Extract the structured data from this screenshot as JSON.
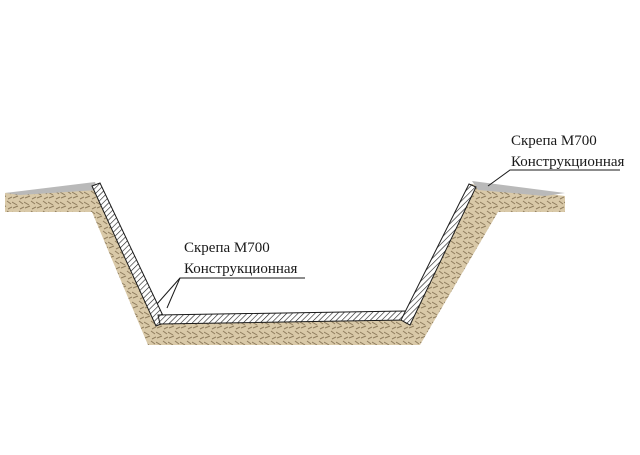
{
  "labels": {
    "left_line1": "Скрепа М700",
    "left_line2": "Конструкционная",
    "right_line1": "Скрепа М700",
    "right_line2": "Конструкционная"
  },
  "colors": {
    "soil": "#c8b592",
    "soil_pattern": "#8f7d5e",
    "slope_shadow": "#b9b9b9",
    "lining_stroke": "#1a1a1a",
    "lining_fill": "#ffffff",
    "leader": "#1a1a1a"
  },
  "icons": {
    "soil": "soil-hatch",
    "lining": "hatched-lining"
  }
}
